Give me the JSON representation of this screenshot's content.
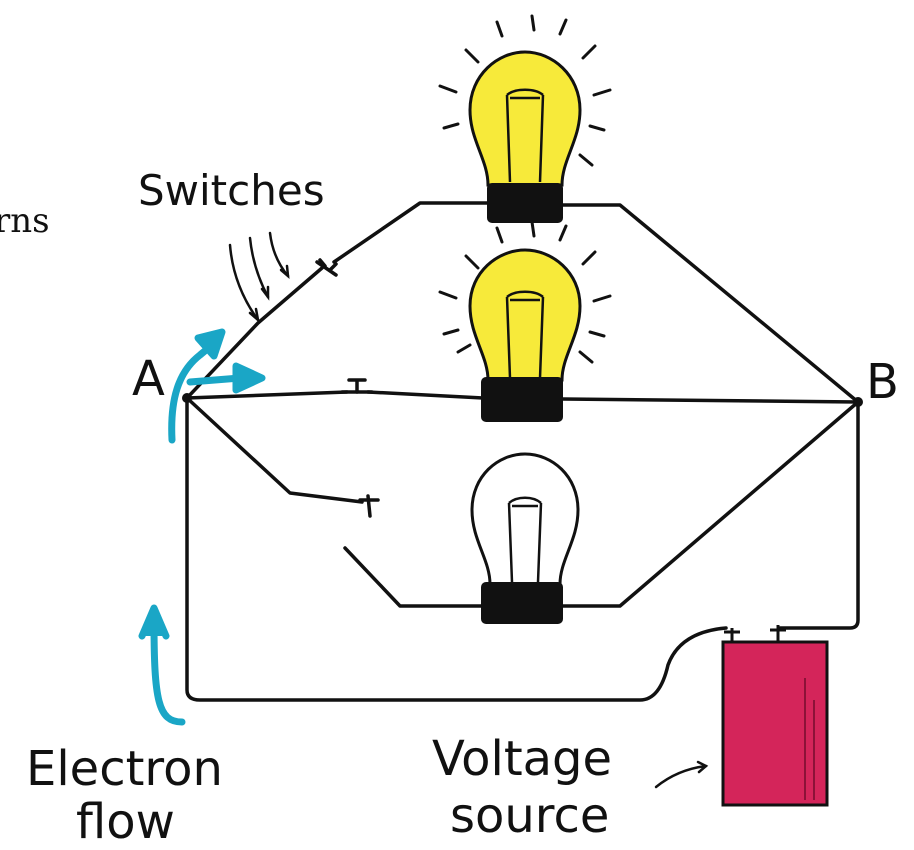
{
  "labels": {
    "fragment": "rns",
    "switches": "Switches",
    "node_a": "A",
    "node_b": "B",
    "electron_flow_line1": "Electron",
    "electron_flow_line2": "flow",
    "voltage_source_line1": "Voltage",
    "voltage_source_line2": "source"
  },
  "bulbs": [
    {
      "name": "top",
      "lit": true
    },
    {
      "name": "middle",
      "lit": true
    },
    {
      "name": "bottom",
      "lit": false
    }
  ],
  "switches": [
    {
      "name": "top",
      "state": "closed"
    },
    {
      "name": "middle",
      "state": "closed"
    },
    {
      "name": "bottom",
      "state": "open"
    }
  ],
  "colors": {
    "wire": "#111111",
    "bulb_lit": "#f7ea3a",
    "bulb_off": "#ffffff",
    "bulb_base": "#111111",
    "arrow": "#1aa6c6",
    "battery": "#d4255a"
  }
}
